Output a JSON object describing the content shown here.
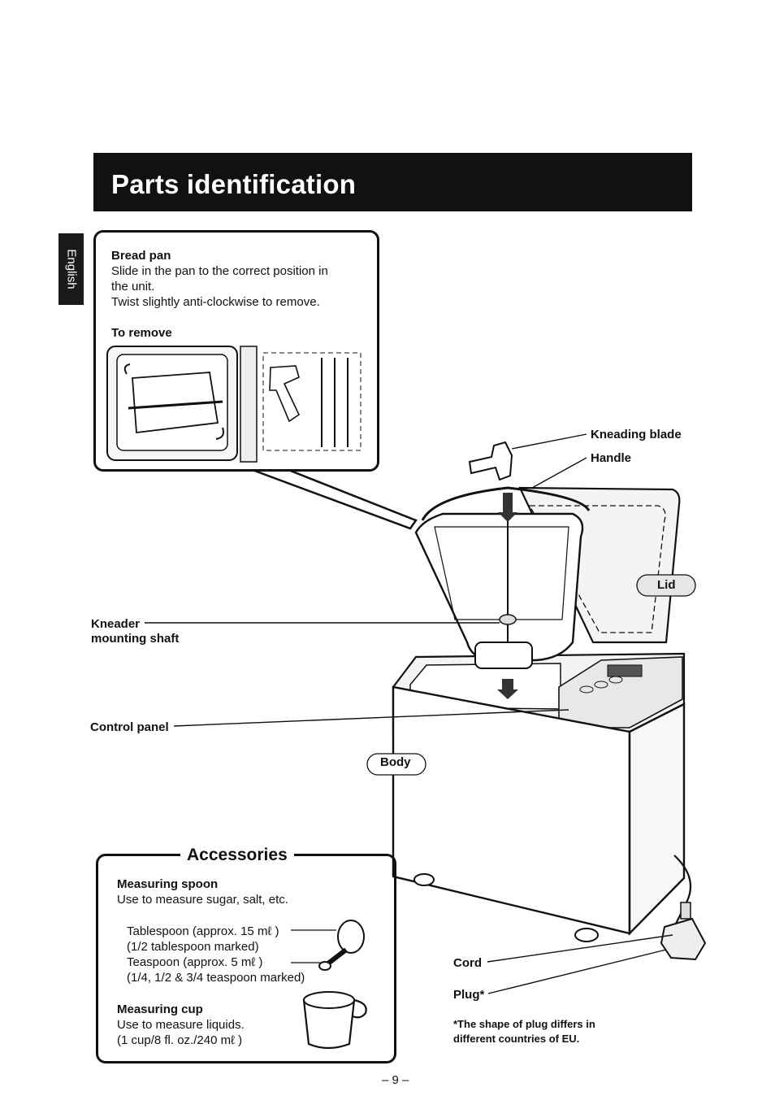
{
  "header": {
    "title": "Parts identification"
  },
  "sidebar": {
    "language_tab": "English"
  },
  "bread_pan": {
    "title": "Bread pan",
    "line1": "Slide in the pan to the correct position in",
    "line2": "the unit.",
    "line3": "Twist slightly anti-clockwise to remove.",
    "to_remove": "To remove"
  },
  "parts": {
    "kneading_blade": "Kneading blade",
    "handle": "Handle",
    "lid": "Lid",
    "kneader_line1": "Kneader",
    "kneader_line2": "mounting shaft",
    "control_panel": "Control panel",
    "body": "Body",
    "cord": "Cord",
    "plug": "Plug*"
  },
  "plug_note": {
    "line1": "*The shape of plug differs in",
    "line2": "different countries of EU."
  },
  "accessories": {
    "title": "Accessories",
    "spoon_title": "Measuring spoon",
    "spoon_desc": "Use to measure sugar, salt, etc.",
    "tablespoon": "Tablespoon (approx. 15 mℓ )",
    "tablespoon_mark": "(1/2 tablespoon marked)",
    "teaspoon": "Teaspoon (approx. 5 mℓ )",
    "teaspoon_mark": "(1/4, 1/2 & 3/4 teaspoon marked)",
    "cup_title": "Measuring cup",
    "cup_desc": "Use to measure liquids.",
    "cup_capacity": "(1 cup/8 fl. oz./240 mℓ )"
  },
  "footer": {
    "page_number": "– 9 –"
  }
}
